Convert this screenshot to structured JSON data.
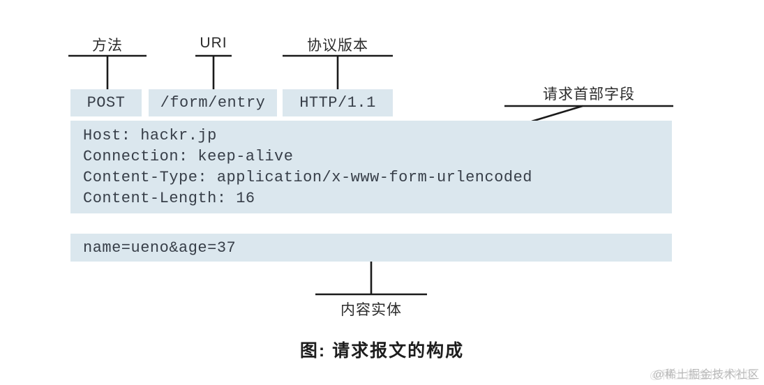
{
  "diagram": {
    "request_line": {
      "method_label": "方法",
      "method_value": "POST",
      "uri_label": "URI",
      "uri_value": "/form/entry",
      "protocol_label": "协议版本",
      "protocol_value": "HTTP/1.1"
    },
    "headers": {
      "label": "请求首部字段",
      "lines": [
        "Host: hackr.jp",
        "Connection: keep-alive",
        "Content-Type: application/x-www-form-urlencoded",
        "Content-Length: 16"
      ]
    },
    "body": {
      "label": "内容实体",
      "value": "name=ueno&age=37"
    },
    "caption": "图: 请求报文的构成",
    "watermark": "@稀土掘金技术社区",
    "colors": {
      "box_fill": "#dbe7ee",
      "line": "#1a1a1a",
      "code_text": "#373e48"
    }
  }
}
